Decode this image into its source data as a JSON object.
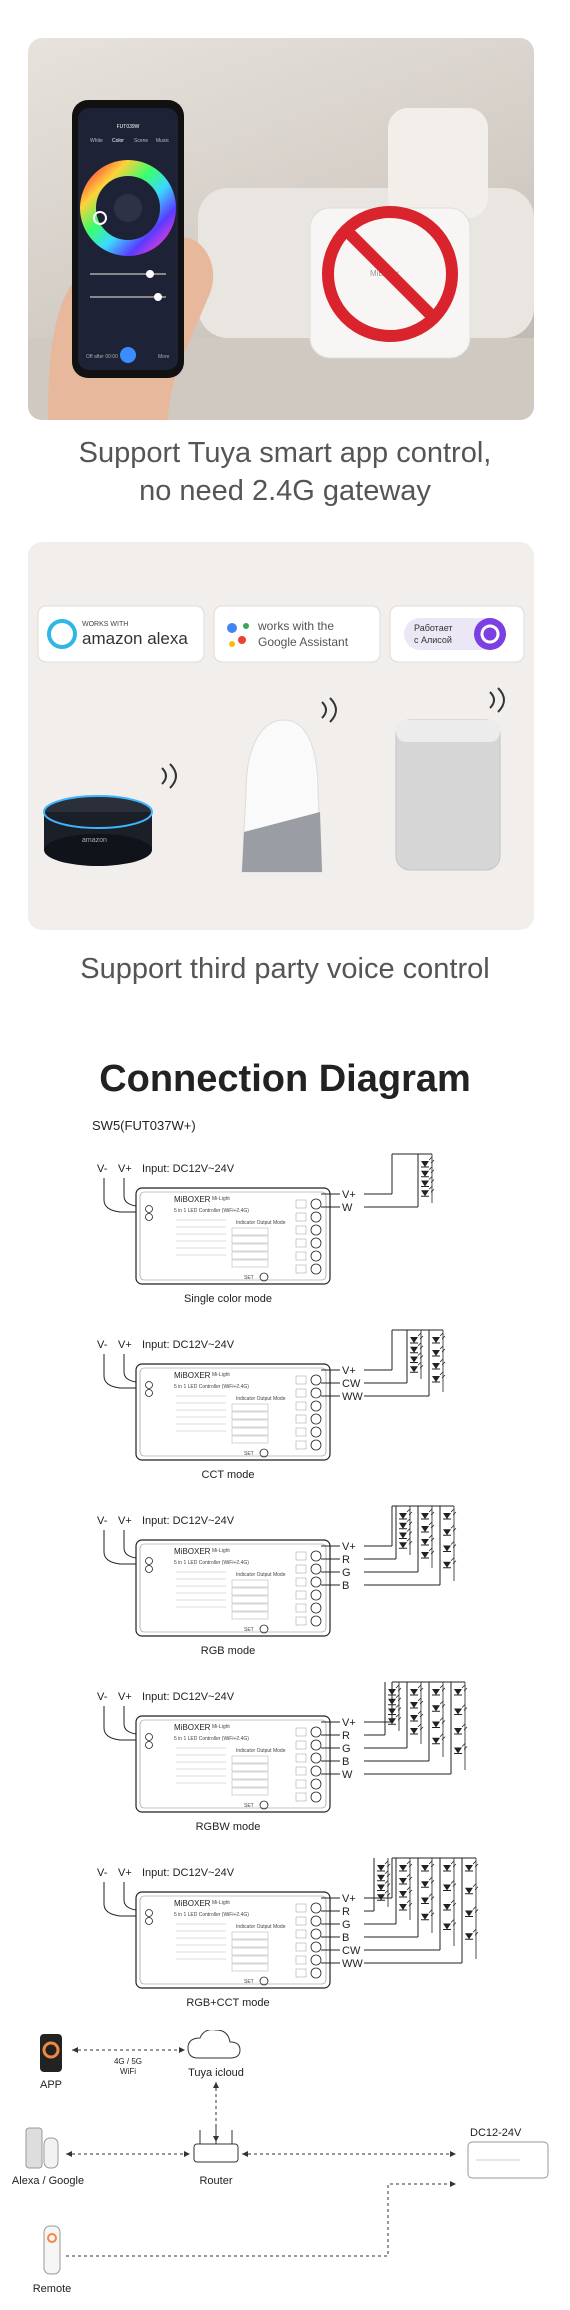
{
  "section1": {
    "caption_line1": "Support Tuya smart app control,",
    "caption_line2": "no need 2.4G gateway",
    "phone": {
      "title": "FUT039W",
      "tabs": [
        "White",
        "Color",
        "Scene",
        "Music"
      ],
      "bottom_left": "Off after 00:00",
      "bottom_right": "More"
    },
    "gateway_logo": "MiBoxer"
  },
  "section2": {
    "caption": "Support third party voice control",
    "badges": {
      "alexa_small": "WORKS WITH",
      "alexa": "amazon alexa",
      "google_line1": "works with the",
      "google_line2": "Google Assistant",
      "alice_line1": "Работает",
      "alice_line2": "с Алисой"
    },
    "echo_brand": "amazon"
  },
  "diagram": {
    "title": "Connection Diagram",
    "model": "SW5(FUT037W+)",
    "input_label": "Input: DC12V~24V",
    "vminus": "V-",
    "vplus": "V+",
    "controller": {
      "brand": "MiBOXER",
      "series": "Mi-Light",
      "name": "5 in 1 LED Controller (WiFi+2.4G)",
      "col_header": "Indicator Output Mode",
      "set": "SET"
    },
    "modes": [
      {
        "label": "Single color mode",
        "outputs": [
          "V+",
          "W"
        ]
      },
      {
        "label": "CCT mode",
        "outputs": [
          "V+",
          "CW",
          "WW"
        ]
      },
      {
        "label": "RGB mode",
        "outputs": [
          "V+",
          "R",
          "G",
          "B"
        ]
      },
      {
        "label": "RGBW mode",
        "outputs": [
          "V+",
          "R",
          "G",
          "B",
          "W"
        ]
      },
      {
        "label": "RGB+CCT mode",
        "outputs": [
          "V+",
          "R",
          "G",
          "B",
          "CW",
          "WW"
        ]
      }
    ]
  },
  "network": {
    "app": "APP",
    "wifi_line1": "4G / 5G",
    "wifi_line2": "WiFi",
    "cloud": "Tuya icloud",
    "alexa_google": "Alexa / Google",
    "router": "Router",
    "power": "DC12-24V",
    "remote": "Remote"
  }
}
